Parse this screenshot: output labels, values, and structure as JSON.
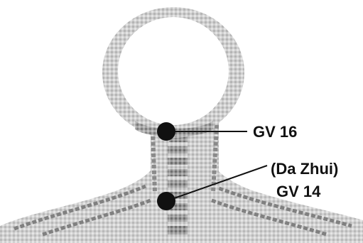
{
  "diagram": {
    "points": [
      {
        "id": "gv16",
        "label_lines": [
          "GV 16"
        ]
      },
      {
        "id": "gv14",
        "label_lines": [
          "(Da Zhui)",
          "GV 14"
        ]
      }
    ]
  },
  "colors": {
    "figure_light": "#d9d9d9",
    "figure_mid": "#b3b3b3",
    "figure_dark": "#7a7a7a",
    "point": "#111111",
    "line": "#111111"
  }
}
